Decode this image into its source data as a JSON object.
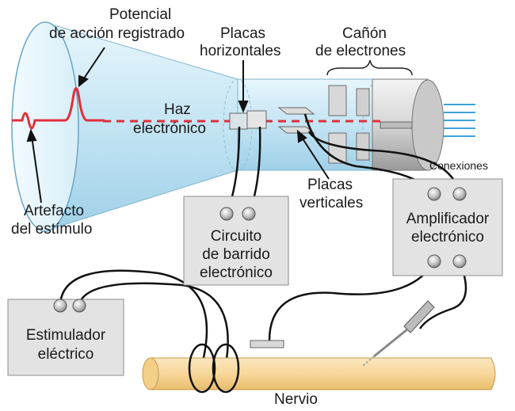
{
  "labels": {
    "potencial_1": "Potencial",
    "potencial_2": "de acción registrado",
    "placas_h_1": "Placas",
    "placas_h_2": "horizontales",
    "canon_1": "Cañón",
    "canon_2": "de electrones",
    "haz_1": "Haz",
    "haz_2": "electrónico",
    "conexiones": "Conexiones",
    "placas_v_1": "Placas",
    "placas_v_2": "verticales",
    "artefacto_1": "Artefacto",
    "artefacto_2": "del estímulo",
    "circuito_1": "Circuito",
    "circuito_2": "de barrido",
    "circuito_3": "electrónico",
    "amplificador_1": "Amplificador",
    "amplificador_2": "electrónico",
    "estimulador_1": "Estimulador",
    "estimulador_2": "eléctrico",
    "nervio": "Nervio"
  },
  "colors": {
    "signal": "#e0303a",
    "tube": "#cfeaf6",
    "box": "#e3e3e3",
    "nerve": "#f7d79a"
  }
}
